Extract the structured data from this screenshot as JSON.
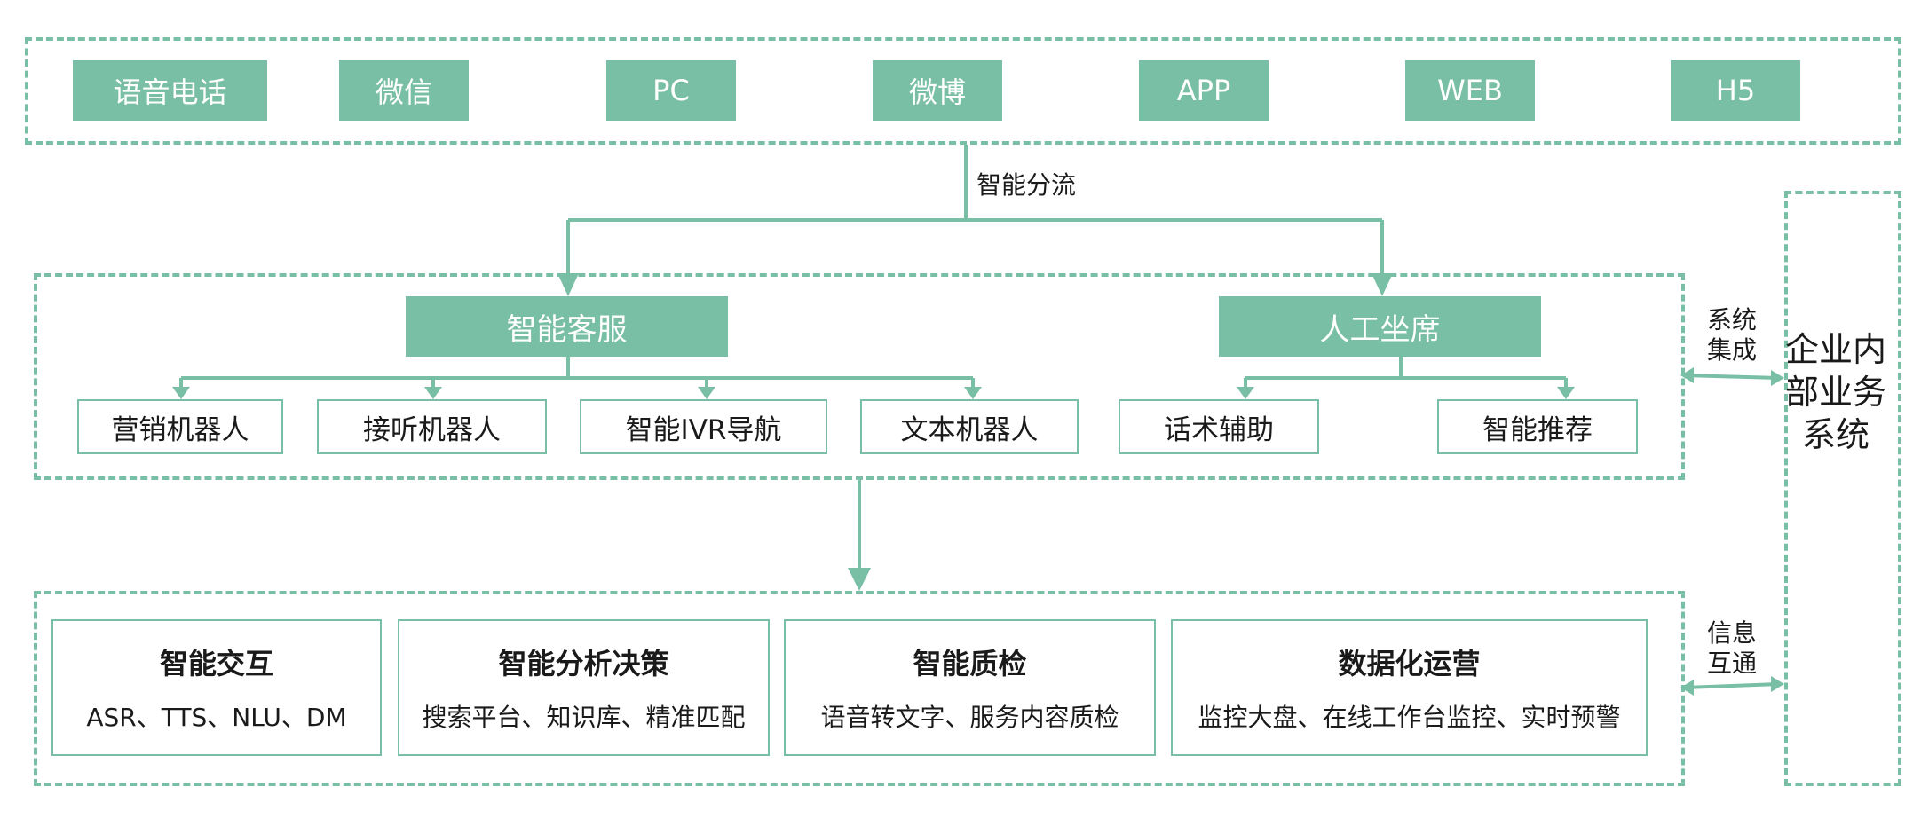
{
  "channels": [
    "语音电话",
    "微信",
    "PC",
    "微博",
    "APP",
    "WEB",
    "H5"
  ],
  "routing_label": "智能分流",
  "service": {
    "smart": {
      "title": "智能客服",
      "items": [
        "营销机器人",
        "接听机器人",
        "智能IVR导航",
        "文本机器人"
      ]
    },
    "human": {
      "title": "人工坐席",
      "items": [
        "话术辅助",
        "智能推荐"
      ]
    }
  },
  "capabilities": [
    {
      "title": "智能交互",
      "desc": "ASR、TTS、NLU、DM"
    },
    {
      "title": "智能分析决策",
      "desc": "搜索平台、知识库、精准匹配"
    },
    {
      "title": "智能质检",
      "desc": "语音转文字、服务内容质检"
    },
    {
      "title": "数据化运营",
      "desc": "监控大盘、在线工作台监控、实时预警"
    }
  ],
  "side_labels": {
    "system_integration": [
      "系统",
      "集成"
    ],
    "info_interop": [
      "信息",
      "互通"
    ]
  },
  "enterprise_system": "企业内部业务系统",
  "colors": {
    "accent": "#79bfa5",
    "text": "#1a1a1a"
  }
}
